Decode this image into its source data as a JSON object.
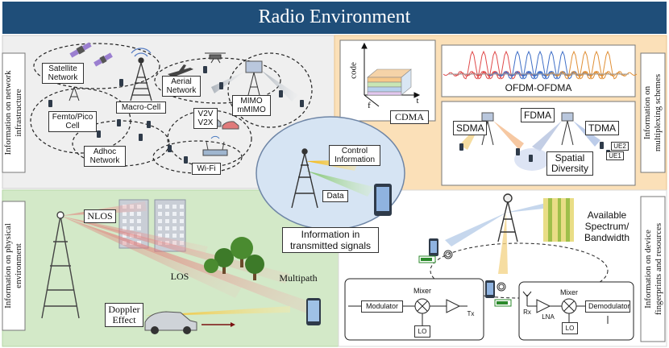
{
  "title": "Radio Environment",
  "side_labels": {
    "network": [
      "Information on network",
      "infrastructure"
    ],
    "multiplexing": [
      "Information on",
      "multiplexing schemes"
    ],
    "physical": [
      "Information on physical",
      "environment"
    ],
    "device": [
      "Information on device",
      "fingerprints and resources"
    ]
  },
  "network": {
    "satellite": [
      "Satellite",
      "Network"
    ],
    "aerial": [
      "Aerial",
      "Network"
    ],
    "macro": "Macro-Cell",
    "femto": [
      "Femto/Pico",
      "Cell"
    ],
    "v2v": [
      "V2V",
      "V2X"
    ],
    "mimo": [
      "MIMO",
      "mMIMO"
    ],
    "adhoc": [
      "Adhoc",
      "Network"
    ],
    "wifi": "Wi-Fi"
  },
  "multiplexing": {
    "code_axis": "code",
    "f_axis": "f",
    "t_axis": "t",
    "cdma": "CDMA",
    "ofdm": "OFDM-OFDMA",
    "sdma": "SDMA",
    "fdma": "FDMA",
    "tdma": "TDMA",
    "spatial": [
      "Spatial",
      "Diversity"
    ],
    "ue2": "UE2",
    "ue1": "UE1"
  },
  "signals": {
    "control": [
      "Control",
      "Information"
    ],
    "data": "Data",
    "caption": [
      "Information in",
      "transmitted signals"
    ]
  },
  "physical": {
    "nlos": "NLOS",
    "los": "LOS",
    "multipath": "Multipath",
    "doppler": [
      "Doppler",
      "Effect"
    ]
  },
  "device": {
    "spectrum": [
      "Available",
      "Spectrum/",
      "Bandwidth"
    ],
    "modulator": "Modulator",
    "mixer_tx": "Mixer",
    "tx": "Tx",
    "lo_tx": "LO",
    "rx": "Rx",
    "lna": "LNA",
    "mixer_rx": "Mixer",
    "lo_rx": "LO",
    "demodulator": "Demodulator"
  },
  "colors": {
    "title_bg": "#1f4e79",
    "network_bg": "#efefef",
    "multiplex_bg": "#fbe0b8",
    "physical_bg": "#d3e9c8",
    "signals_bg": "#d6e4f3"
  }
}
